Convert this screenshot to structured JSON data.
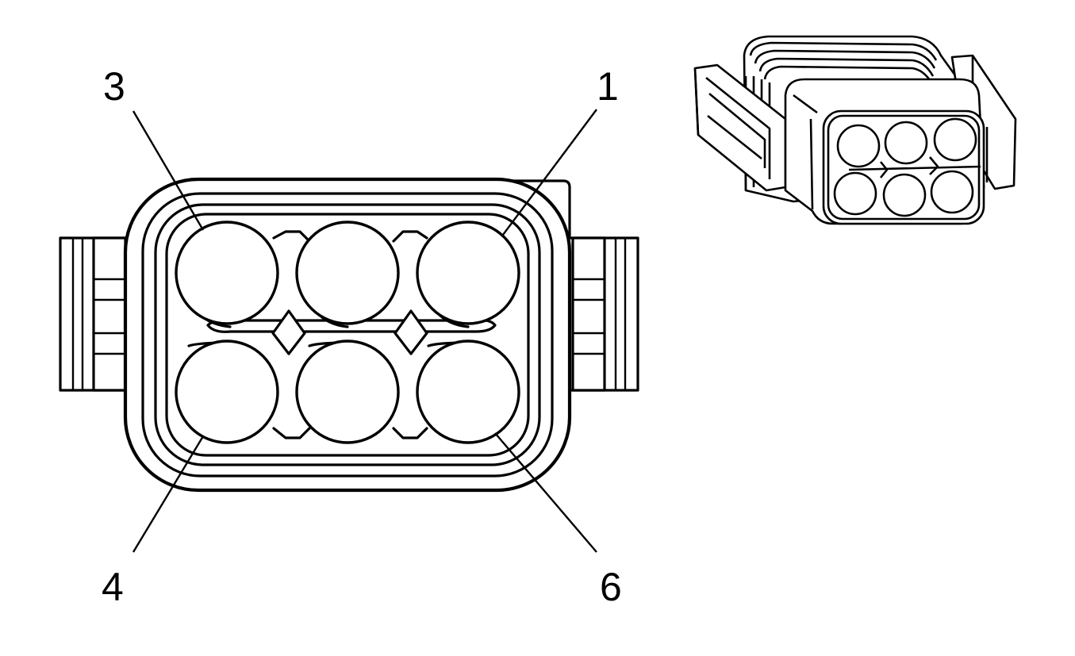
{
  "diagram": {
    "pin_labels": {
      "top_left": "3",
      "top_right": "1",
      "bottom_left": "4",
      "bottom_right": "6"
    }
  },
  "colors": {
    "line": "#000000",
    "background": "#ffffff"
  }
}
